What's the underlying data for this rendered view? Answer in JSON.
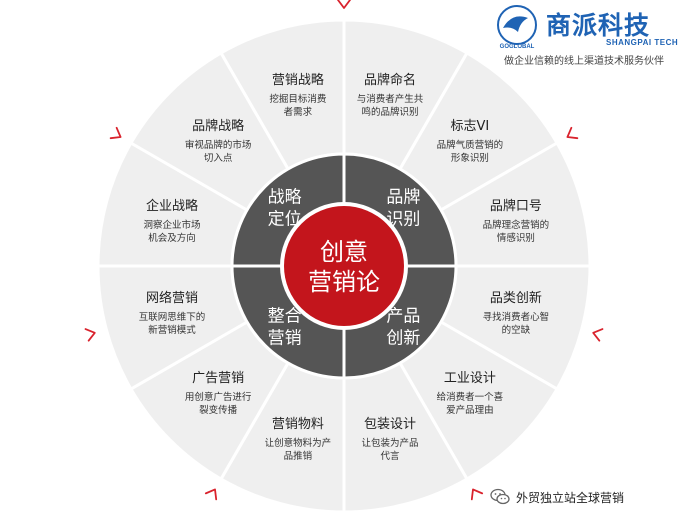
{
  "center": {
    "line1": "创意",
    "line2": "营销论"
  },
  "quadrants": [
    {
      "line1": "战略",
      "line2": "定位"
    },
    {
      "line1": "品牌",
      "line2": "识别"
    },
    {
      "line1": "产品",
      "line2": "创新"
    },
    {
      "line1": "整合",
      "line2": "营销"
    }
  ],
  "segments": [
    {
      "title": "营销战略",
      "desc": [
        "挖掘目标消费",
        "者需求"
      ]
    },
    {
      "title": "品牌命名",
      "desc": [
        "与消费者产生共",
        "鸣的品牌识别"
      ]
    },
    {
      "title": "标志VI",
      "desc": [
        "品牌气质营销的",
        "形象识别"
      ]
    },
    {
      "title": "品牌口号",
      "desc": [
        "品牌理念营销的",
        "情感识别"
      ]
    },
    {
      "title": "品类创新",
      "desc": [
        "寻找消费者心智",
        "的空缺"
      ]
    },
    {
      "title": "工业设计",
      "desc": [
        "给消费者一个喜",
        "爱产品理由"
      ]
    },
    {
      "title": "包装设计",
      "desc": [
        "让包装为产品",
        "代言"
      ]
    },
    {
      "title": "营销物料",
      "desc": [
        "让创意物料为产",
        "品推销"
      ]
    },
    {
      "title": "广告营销",
      "desc": [
        "用创意广告进行",
        "裂变传播"
      ]
    },
    {
      "title": "网络营销",
      "desc": [
        "互联网思维下的",
        "新营销模式"
      ]
    },
    {
      "title": "企业战略",
      "desc": [
        "洞察企业市场",
        "机会及方向"
      ]
    },
    {
      "title": "品牌战略",
      "desc": [
        "审视品牌的市场",
        "切入点"
      ]
    }
  ],
  "colors": {
    "ring": "#efefef",
    "ring_border": "#dcdcdc",
    "quadrant": "#555555",
    "center": "#c3151c",
    "arrow": "#d9232d",
    "brand": "#1f63b4"
  },
  "logo": {
    "name_cn": "商派科技",
    "name_en": "SHANGPAI TECH",
    "mark_text": "GOGLOBAL",
    "tagline": "做企业信赖的线上渠道技术服务伙伴"
  },
  "watermark": {
    "text": "外贸独立站全球营销",
    "icon": "wechat-icon"
  }
}
